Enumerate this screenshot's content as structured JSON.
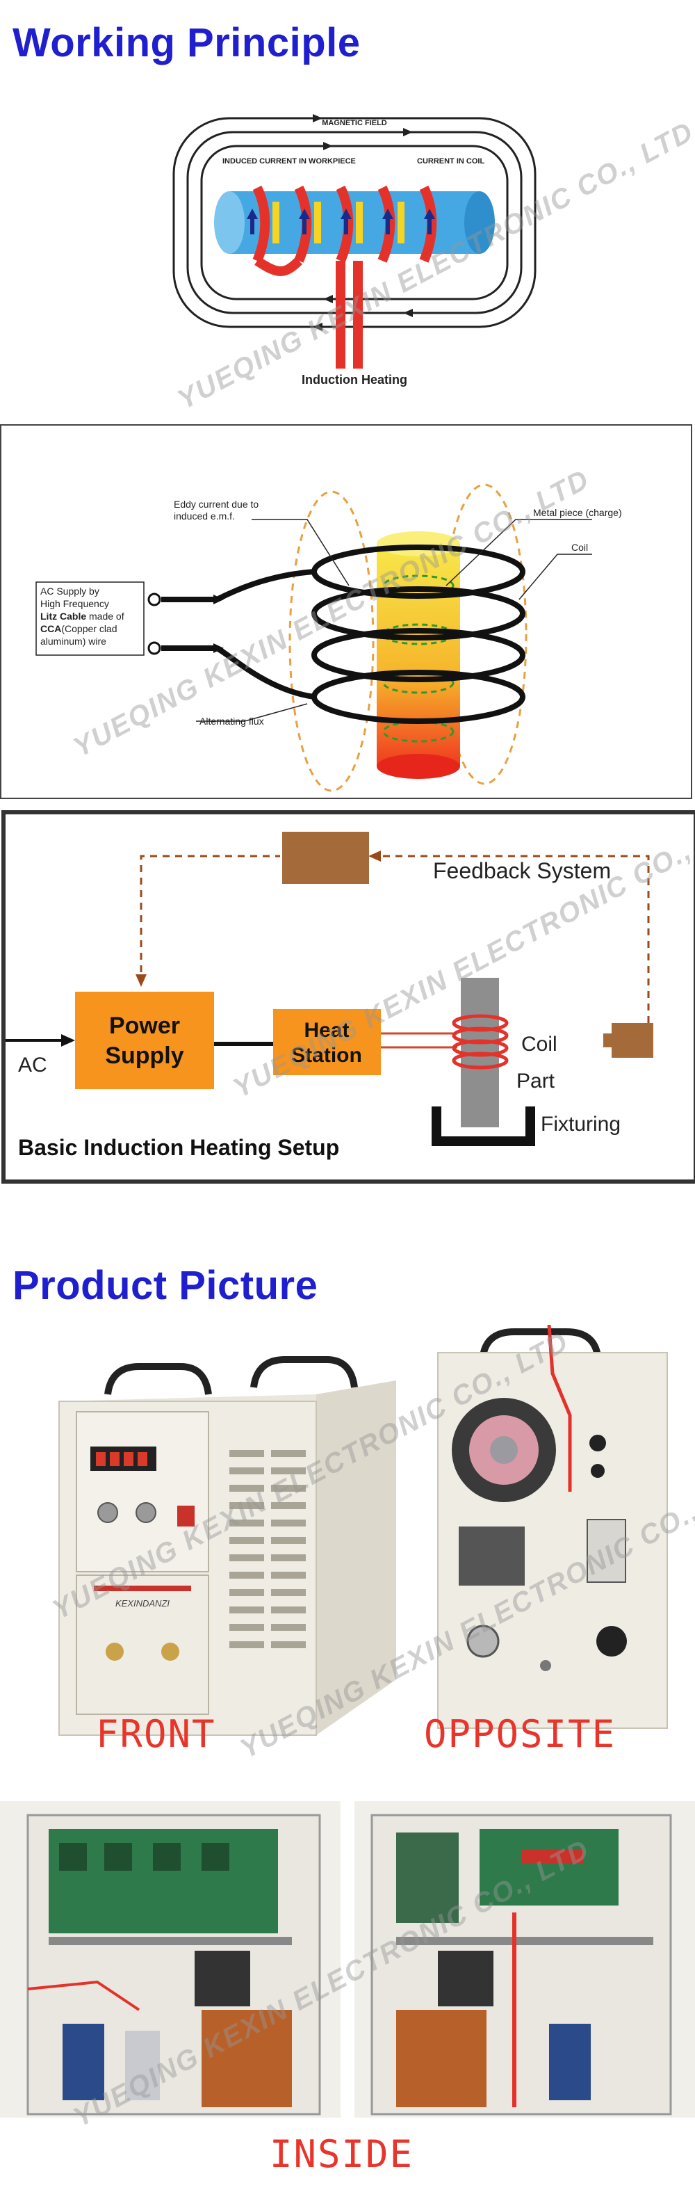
{
  "sections": {
    "working_principle_title": "Working Principle",
    "product_picture_title": "Product Picture"
  },
  "diagram1": {
    "magnetic_field": "MAGNETIC FIELD",
    "induced_current": "INDUCED CURRENT IN WORKPIECE",
    "current_in_coil": "CURRENT IN COIL",
    "caption": "Induction Heating"
  },
  "diagram2": {
    "eddy_line1": "Eddy current due to",
    "eddy_line2": "induced e.m.f.",
    "metal_piece": "Metal piece (charge)",
    "coil": "Coil",
    "ac_line1": "AC Supply by",
    "ac_line2": "High Frequency",
    "ac_line3_a": "Litz Cable",
    "ac_line3_b": " made of",
    "ac_line4_a": "CCA",
    "ac_line4_b": "(Copper clad",
    "ac_line5": "aluminum) wire",
    "alternating_flux": "Alternating flux"
  },
  "diagram3": {
    "feedback": "Feedback System",
    "power_line1": "Power",
    "power_line2": "Supply",
    "heat_line1": "Heat",
    "heat_line2": "Station",
    "ac": "AC",
    "coil": "Coil",
    "part": "Part",
    "fixturing": "Fixturing",
    "caption": "Basic Induction Heating Setup"
  },
  "product": {
    "brand": "KEXINDANZI",
    "front_label": "FRONT",
    "opposite_label": "OPPOSITE",
    "inside_label": "INSIDE"
  },
  "watermark": "YUEQING KEXIN ELECTRONIC CO., LTD",
  "colors": {
    "title_blue": "#1f1fcf",
    "label_red": "#e8342a",
    "coil_red": "#e4322b",
    "orange_box": "#f7941d"
  }
}
